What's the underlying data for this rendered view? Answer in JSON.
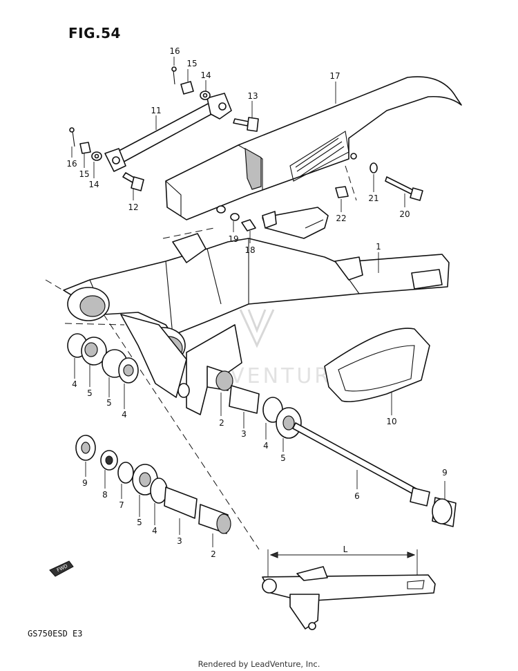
{
  "figure_title": "FIG.54",
  "model_code": "GS750ESD E3",
  "render_credit": "Rendered by LeadVenture, Inc.",
  "watermark_text": "ADVENTURE",
  "dimension_label": "L",
  "fwd_label": "FWD",
  "callouts": {
    "c1": "1",
    "c2a": "2",
    "c2b": "2",
    "c3a": "3",
    "c3b": "3",
    "c4a": "4",
    "c4b": "4",
    "c4c": "4",
    "c4d": "4",
    "c5a": "5",
    "c5b": "5",
    "c5c": "5",
    "c5d": "5",
    "c6": "6",
    "c7": "7",
    "c8": "8",
    "c9a": "9",
    "c9b": "9",
    "c10": "10",
    "c11": "11",
    "c12": "12",
    "c13": "13",
    "c14a": "14",
    "c14b": "14",
    "c15a": "15",
    "c15b": "15",
    "c16a": "16",
    "c16b": "16",
    "c17": "17",
    "c18": "18",
    "c19": "19",
    "c20": "20",
    "c21": "21",
    "c22": "22"
  },
  "colors": {
    "line": "#111111",
    "shade": "#bdbdbd",
    "watermark": "#d8d8d8"
  }
}
